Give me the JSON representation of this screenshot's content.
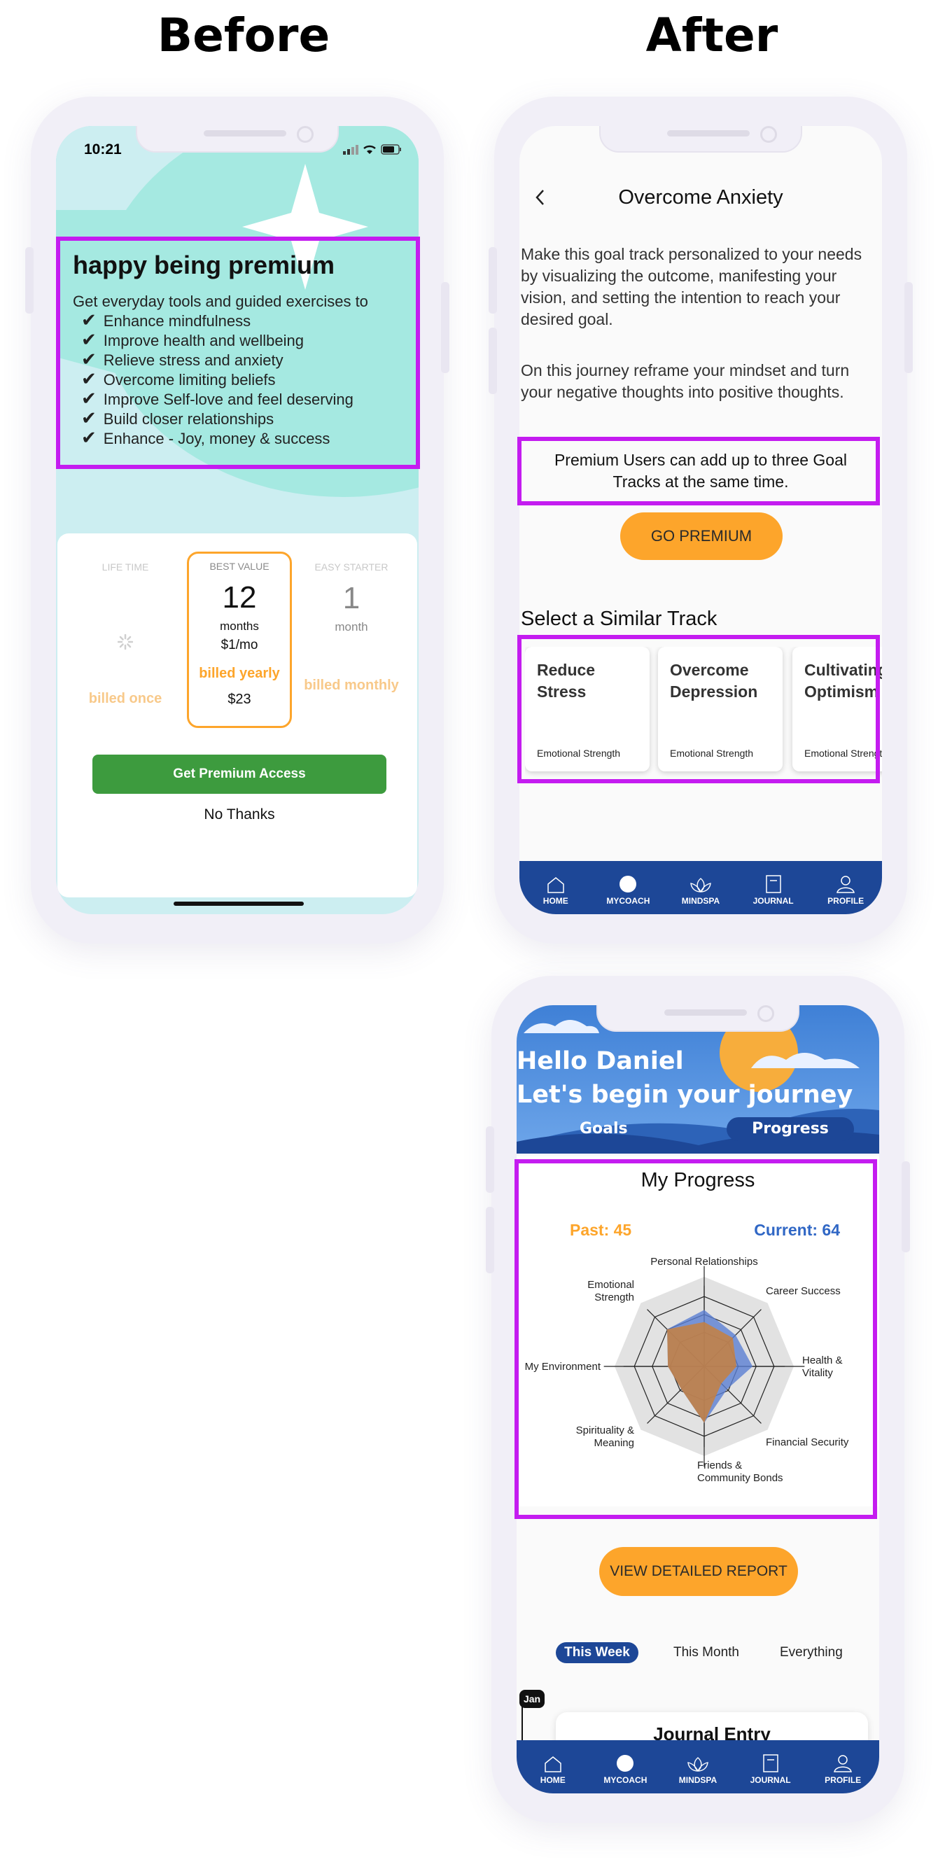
{
  "headings": {
    "before": "Before",
    "after": "After"
  },
  "before_screen": {
    "status_time": "10:21",
    "promo": {
      "title": "happy being premium",
      "intro": "Get everyday tools and guided exercises to",
      "benefits": [
        "Enhance mindfulness",
        "Improve health and wellbeing",
        "Relieve stress and anxiety",
        "Overcome limiting beliefs",
        "Improve Self-love and feel deserving",
        "Build closer relationships",
        "Enhance - Joy, money & success"
      ]
    },
    "plans": [
      {
        "tag": "LIFE TIME",
        "billing": "billed once"
      },
      {
        "tag": "BEST VALUE",
        "number": "12",
        "unit": "months",
        "per": "$1/mo",
        "billing": "billed yearly",
        "price": "$23"
      },
      {
        "tag": "EASY STARTER",
        "number": "1",
        "unit": "month",
        "billing": "billed monthly"
      }
    ],
    "cta": "Get Premium Access",
    "decline": "No Thanks"
  },
  "after_screen_1": {
    "title": "Overcome Anxiety",
    "para1": "Make this goal track personalized to your needs by visualizing the outcome, manifesting your vision, and setting the intention to reach your desired goal.",
    "para2": "On this journey reframe your mindset and turn your negative thoughts into positive thoughts.",
    "premium_note": "Premium Users can add up to three Goal Tracks at the same time.",
    "go_premium": "GO PREMIUM",
    "similar_heading": "Select a Similar Track",
    "tracks": [
      {
        "title": "Reduce Stress",
        "category": "Emotional Strength"
      },
      {
        "title": "Overcome Depression",
        "category": "Emotional Strength"
      },
      {
        "title": "Cultivating Optimism",
        "category": "Emotional Strength"
      }
    ]
  },
  "nav": {
    "items": [
      {
        "label": "HOME",
        "icon": "home-icon"
      },
      {
        "label": "MYCOACH",
        "icon": "coach-icon"
      },
      {
        "label": "MINDSPA",
        "icon": "lotus-icon"
      },
      {
        "label": "JOURNAL",
        "icon": "journal-icon"
      },
      {
        "label": "PROFILE",
        "icon": "profile-icon"
      }
    ]
  },
  "after_screen_2": {
    "greeting_1": "Hello Daniel",
    "greeting_2": "Let's begin your journey",
    "tabs": {
      "goals": "Goals",
      "progress": "Progress"
    },
    "progress_title": "My Progress",
    "past_label": "Past: 45",
    "current_label": "Current: 64",
    "report_button": "VIEW DETAILED REPORT",
    "filters": [
      "This Week",
      "This Month",
      "Everything"
    ],
    "month_badge": "Jan",
    "journal_entry": "Journal Entry"
  },
  "chart_data": {
    "type": "radar",
    "axes": [
      "Personal Relationships",
      "Career Success",
      "Health & Vitality",
      "Financial Security",
      "Friends & Community Bonds",
      "Spirituality & Meaning",
      "My Environment",
      "Emotional Strength"
    ],
    "scale": [
      0,
      4
    ],
    "series": [
      {
        "name": "Past",
        "color": "#c7803f",
        "values": [
          2.2,
          2.0,
          1.6,
          1.2,
          2.8,
          1.6,
          1.8,
          2.6
        ]
      },
      {
        "name": "Current",
        "color": "#5b7fd3",
        "values": [
          2.8,
          2.2,
          2.4,
          1.6,
          2.8,
          1.6,
          1.8,
          2.6
        ]
      }
    ]
  },
  "colors": {
    "highlight": "#c41cf0",
    "accent": "#fda52b",
    "navy": "#1d4797",
    "green": "#3d9b3e",
    "mint": "#a3e9e0"
  }
}
